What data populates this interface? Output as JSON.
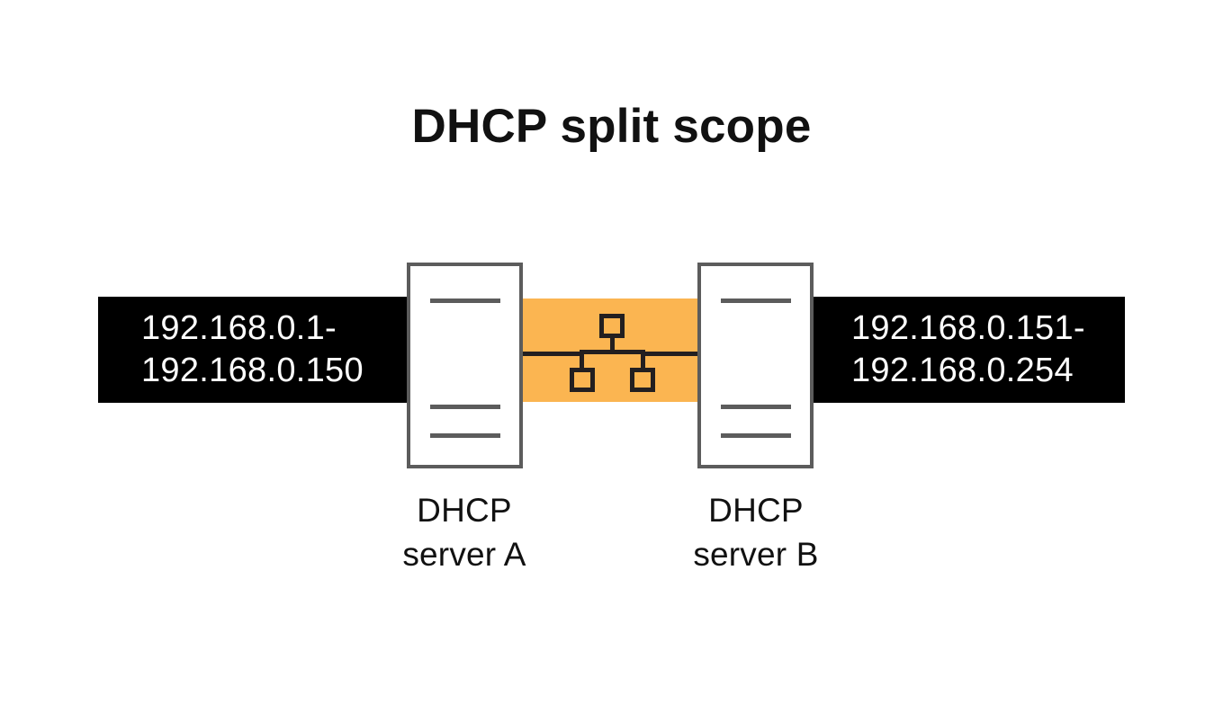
{
  "title": "DHCP split scope",
  "colors": {
    "background": "#ffffff",
    "banner_background": "#000000",
    "banner_text": "#ffffff",
    "network_segment": "#fbb551",
    "network_icon": "#231f20",
    "server_outline": "#5c5c5c",
    "text": "#111111"
  },
  "scopes": {
    "left": {
      "range_start": "192.168.0.1-",
      "range_end": "192.168.0.150"
    },
    "right": {
      "range_start": "192.168.0.151-",
      "range_end": "192.168.0.254"
    }
  },
  "servers": [
    {
      "id": "a",
      "caption_line1": "DHCP",
      "caption_line2": "server A"
    },
    {
      "id": "b",
      "caption_line1": "DHCP",
      "caption_line2": "server B"
    }
  ],
  "network": {
    "icon_name": "network-hierarchy-icon"
  }
}
